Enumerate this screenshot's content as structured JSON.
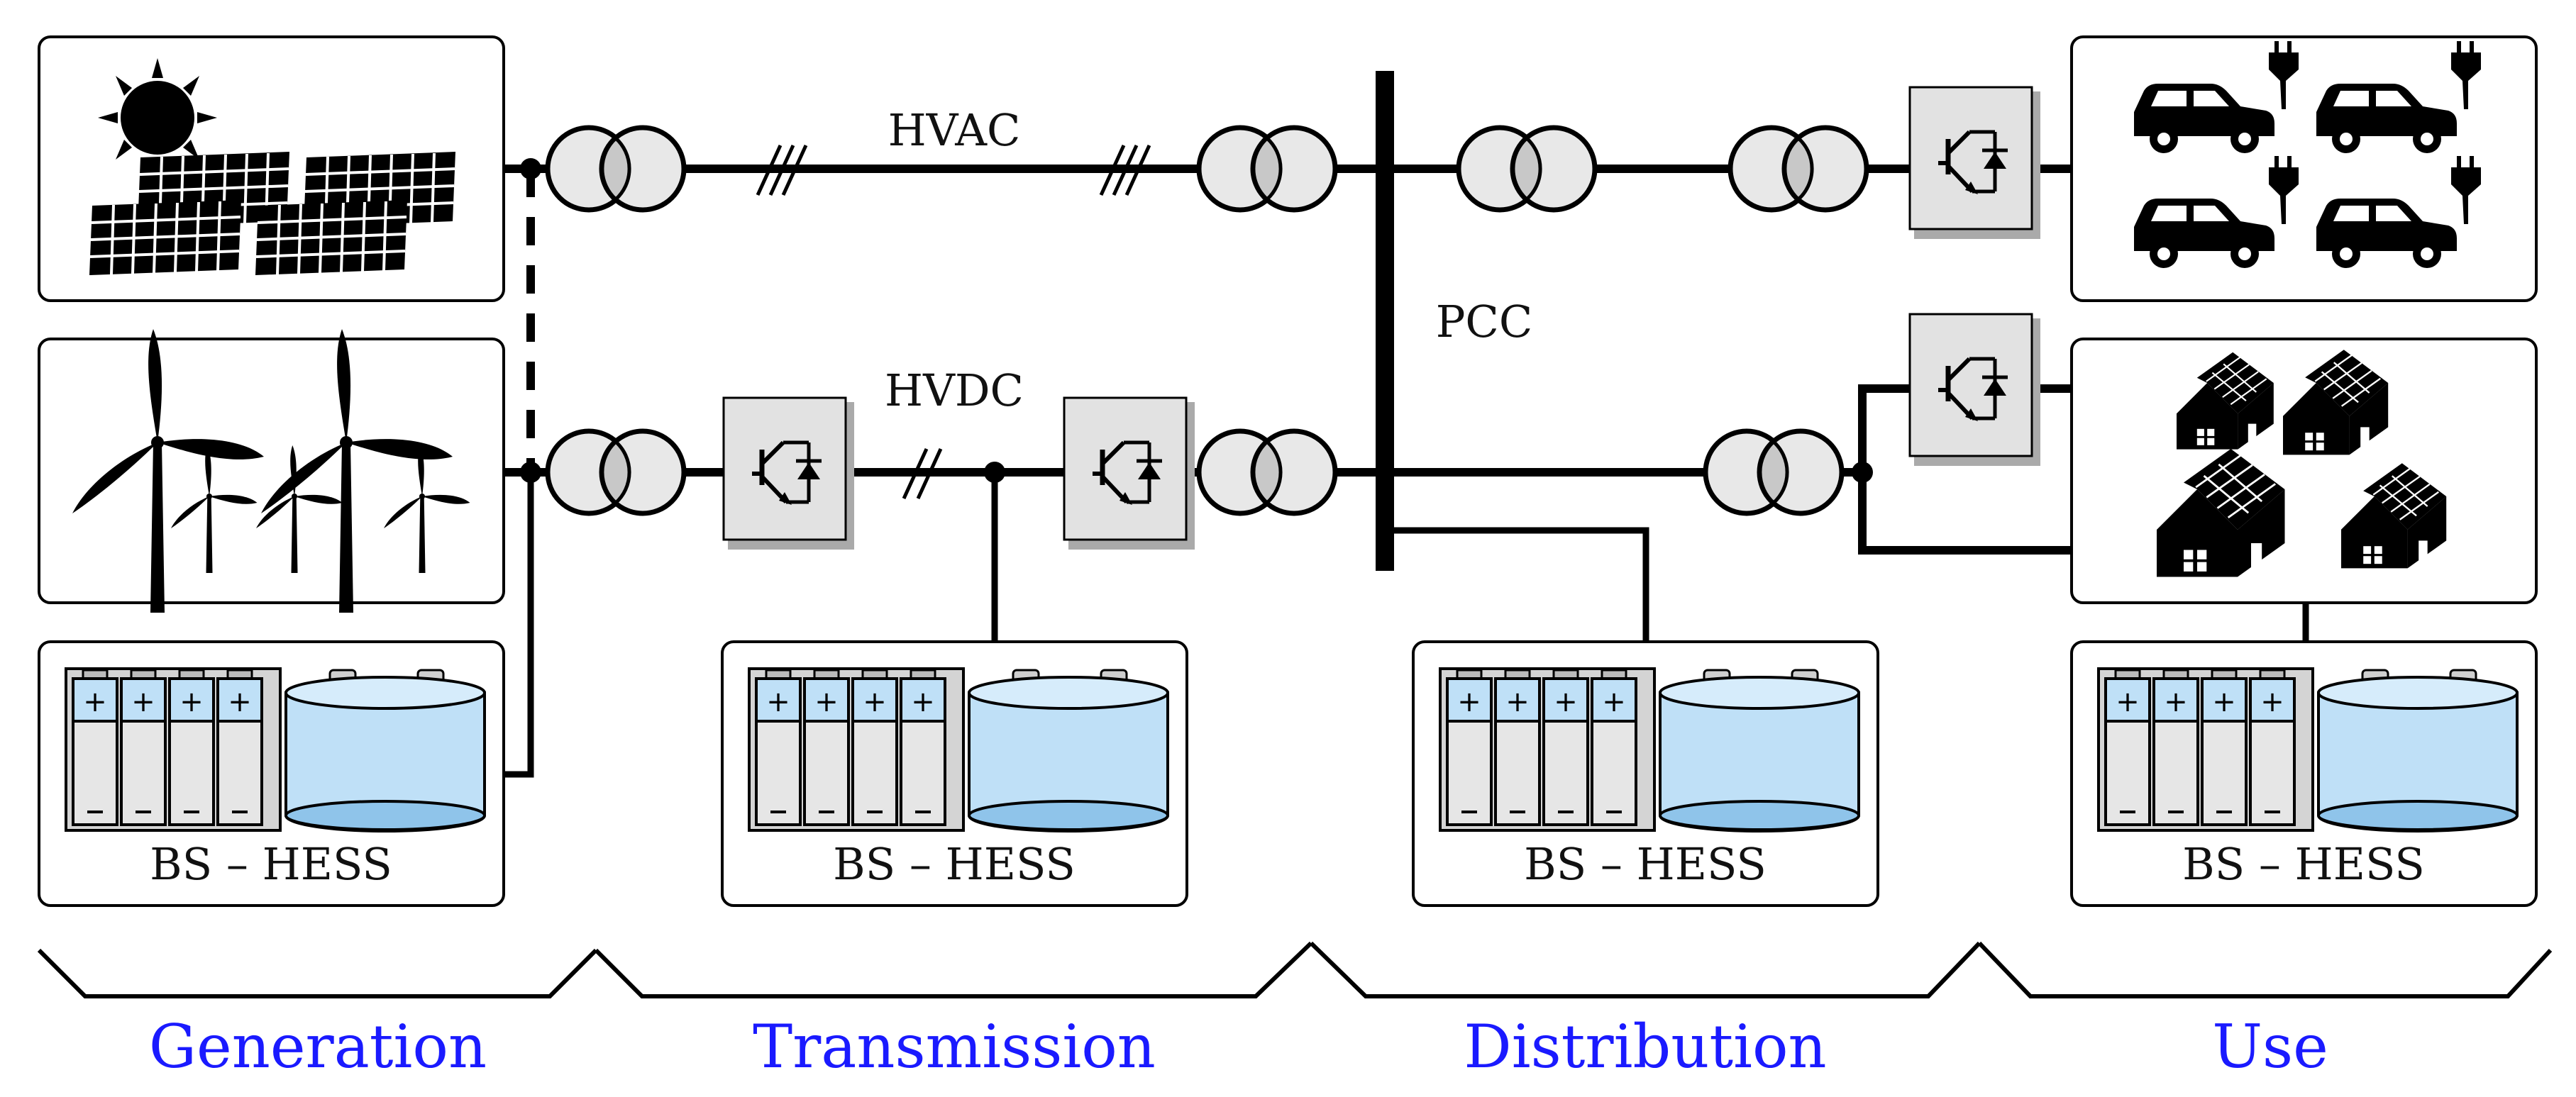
{
  "labels": {
    "hvac": "HVAC",
    "hvdc": "HVDC",
    "pcc": "PCC",
    "storage": "BS – HESS"
  },
  "stages": [
    {
      "id": "generation",
      "label": "Generation"
    },
    {
      "id": "transmission",
      "label": "Transmission"
    },
    {
      "id": "distribution",
      "label": "Distribution"
    },
    {
      "id": "use",
      "label": "Use"
    }
  ],
  "colors": {
    "stage_text": "#1a1aff",
    "line": "#000000",
    "converter_fill": "#e0e0e0",
    "storage_fill": "#bfe0f7",
    "battery_fill": "#d8d8d8"
  },
  "icons": [
    "solar-panel-icon",
    "wind-turbine-icon",
    "electric-car-icon",
    "solar-house-icon",
    "battery-icon",
    "hydrogen-tank-icon",
    "transformer-icon",
    "converter-icon"
  ]
}
